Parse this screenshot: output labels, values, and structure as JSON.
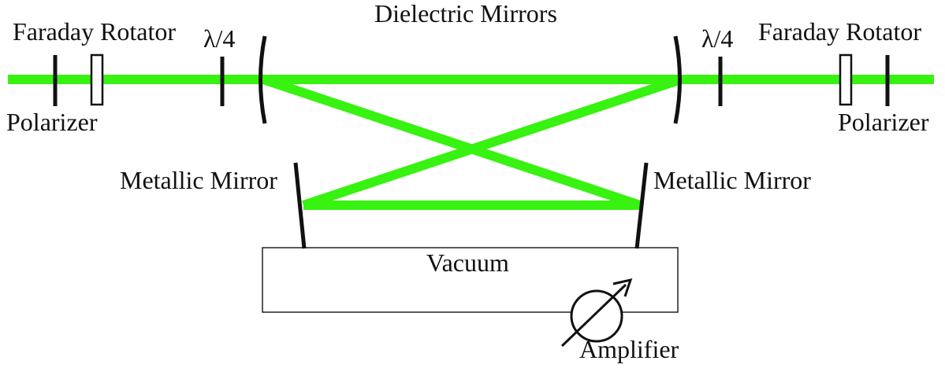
{
  "diagram": {
    "labels": {
      "dielectric_mirrors": "Dielectric Mirrors",
      "faraday_rotator_left": "Faraday Rotator",
      "faraday_rotator_right": "Faraday Rotator",
      "quarter_wave_left": "λ/4",
      "quarter_wave_right": "λ/4",
      "polarizer_left": "Polarizer",
      "polarizer_right": "Polarizer",
      "metallic_mirror_left": "Metallic Mirror",
      "metallic_mirror_right": "Metallic Mirror",
      "vacuum": "Vacuum",
      "amplifier": "Amplifier"
    },
    "colors": {
      "beam": "#38f212",
      "optics": "#111111",
      "background": "#ffffff"
    }
  }
}
